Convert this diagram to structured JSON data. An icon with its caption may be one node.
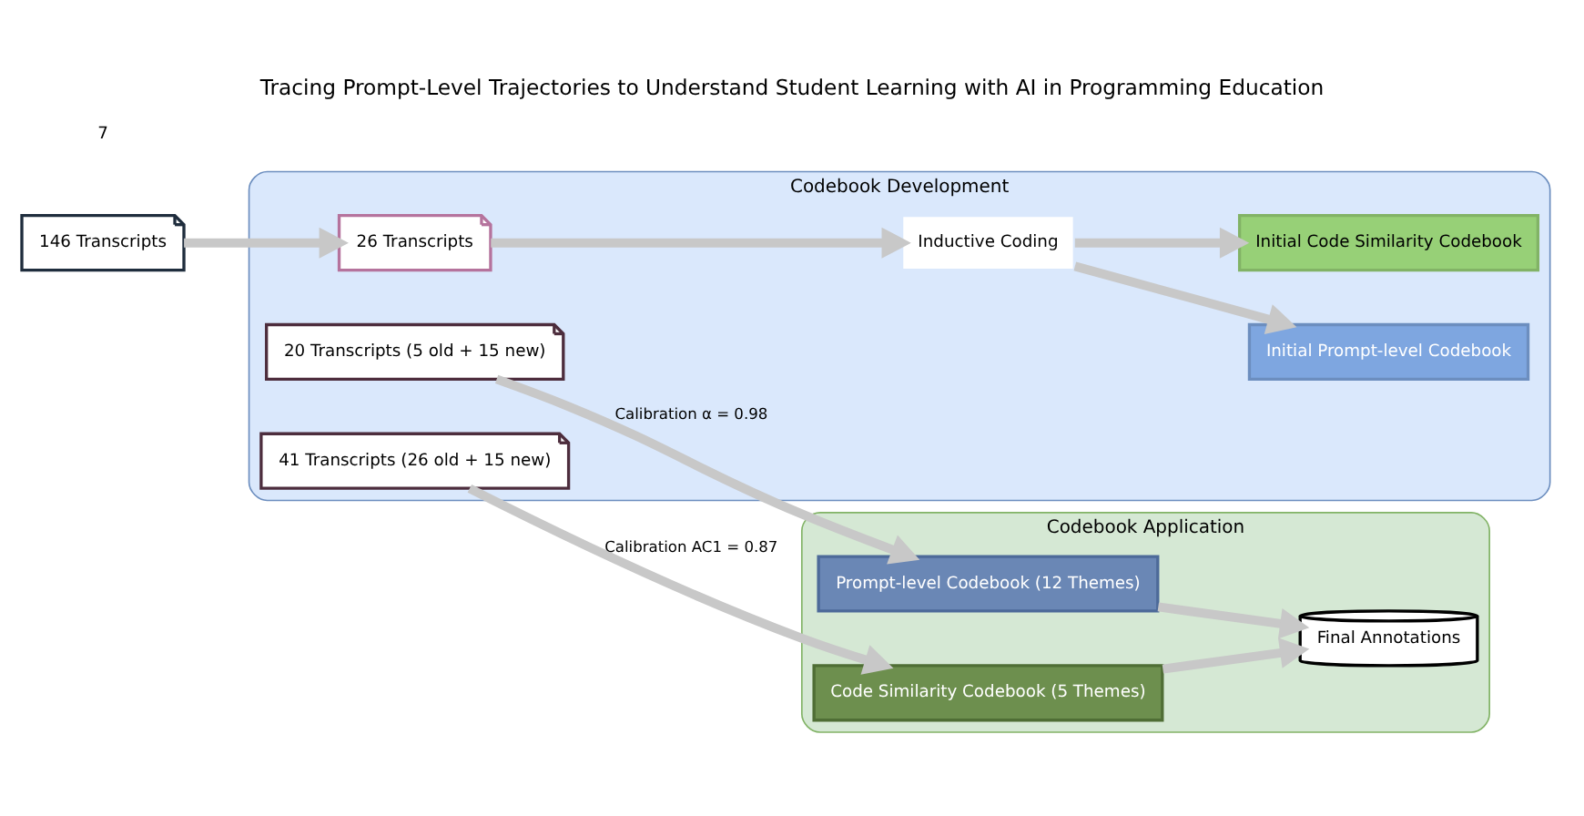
{
  "diagram": {
    "title": "Tracing Prompt-Level Trajectories to Understand Student Learning with AI in Programming Education",
    "nodes": [
      {
        "text": [
          "Codebook Development"
        ]
      },
      {
        "text": [
          "Codebook Application"
        ]
      },
      {
        "text": [
          "146 Transcripts"
        ]
      },
      {
        "text": [
          "26 Transcripts"
        ],
        "in": 0
      },
      {
        "text": [
          "Inductive Coding"
        ],
        "in": 0
      },
      {
        "text": [
          "Initial Prompt-level Codebook"
        ],
        "in": 0
      },
      {
        "text": [
          "Initial Code Similarity Codebook"
        ],
        "in": 0
      },
      {
        "text": [
          "20 Transcripts (5 old + 15 new)"
        ],
        "in": 0
      },
      {
        "text": [
          "41 Transcripts (26 old + 15 new)"
        ],
        "in": 0
      },
      {
        "text": [
          "Prompt-level Codebook (12 Themes)"
        ],
        "in": 1
      },
      {
        "text": [
          "Code Similarity Codebook (5 Themes)"
        ],
        "in": 1
      },
      {
        "text": [
          "Final Annotations"
        ],
        "in": 1
      }
    ],
    "edges": [
      {
        "from": 2,
        "to": 3,
        "arrow": "to"
      },
      {
        "from": 3,
        "to": 4,
        "arrow": "to"
      },
      {
        "from": 4,
        "to": 5,
        "arrow": "to"
      },
      {
        "from": 4,
        "to": 6,
        "arrow": "to"
      },
      {
        "from": 7,
        "to": 9,
        "arrow": "to",
        "label": "Calibration α = 0.98"
      },
      {
        "from": 8,
        "to": 10,
        "arrow": "to",
        "label": "Calibration AC1 = 0.87"
      },
      {
        "from": 9,
        "to": 11,
        "arrow": "to"
      },
      {
        "from": 10,
        "to": 11,
        "arrow": "to"
      }
    ],
    "labels": [
      "7"
    ]
  }
}
